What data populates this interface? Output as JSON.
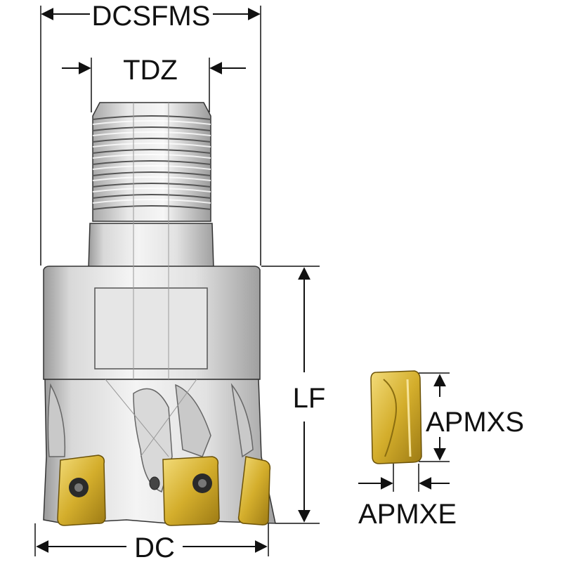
{
  "labels": {
    "dcsfms": "DCSFMS",
    "tdz": "TDZ",
    "lf": "LF",
    "dc": "DC",
    "apmxs": "APMXS",
    "apmxe": "APMXE"
  },
  "colors": {
    "line": "#111111",
    "steel_light": "#eeeeee",
    "steel_mid": "#c4c4c4",
    "steel_dark": "#8c8c8c",
    "insert_gold": "#d9b630",
    "insert_dark": "#8a6d10",
    "screw": "#222222"
  }
}
